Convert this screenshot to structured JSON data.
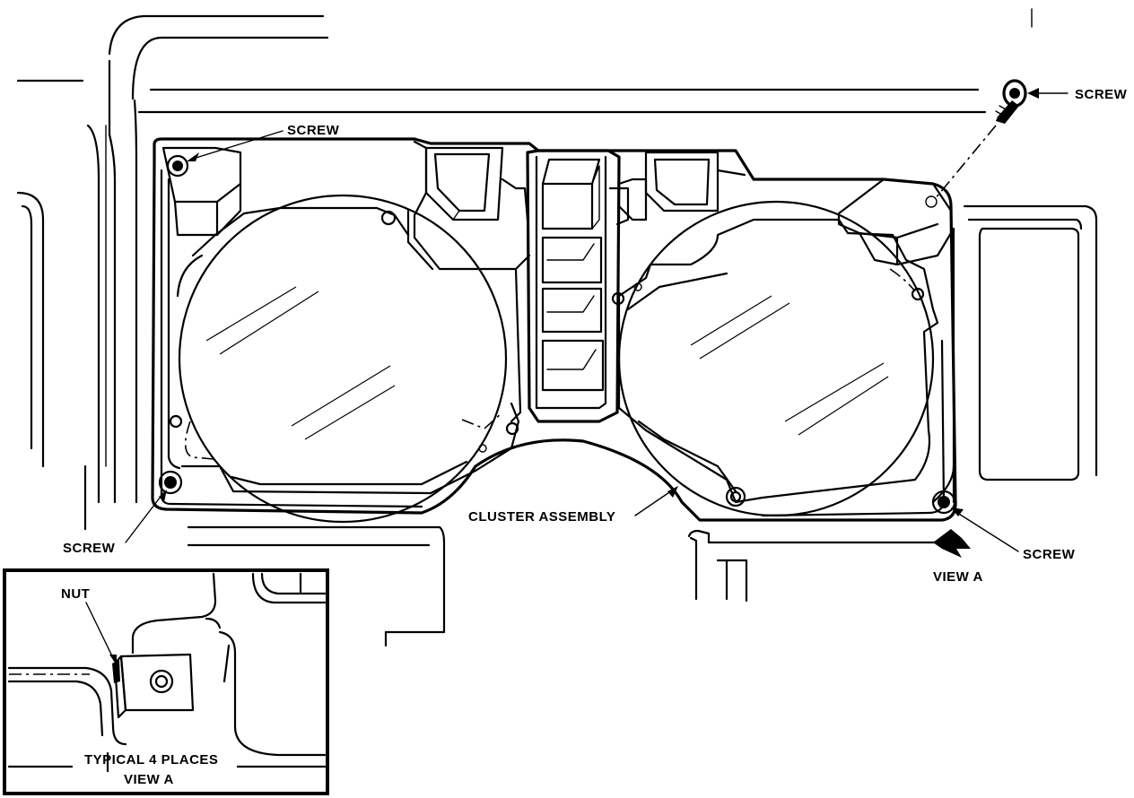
{
  "labels": {
    "screw_top_left": "SCREW",
    "screw_top_right": "SCREW",
    "screw_bottom_left": "SCREW",
    "screw_bottom_right": "SCREW",
    "cluster_assembly": "CLUSTER ASSEMBLY",
    "view_a_arrow": "VIEW A"
  },
  "inset": {
    "nut": "NUT",
    "caption_line1": "TYPICAL 4 PLACES",
    "caption_line2": "VIEW A"
  }
}
